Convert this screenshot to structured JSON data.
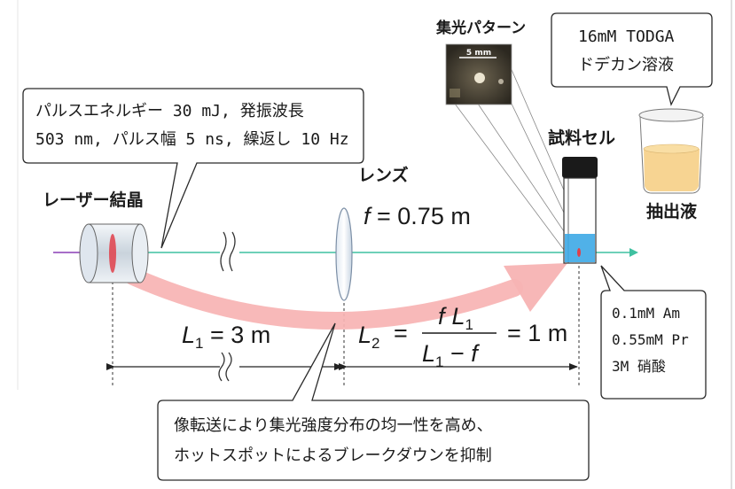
{
  "callouts": {
    "laser_params": {
      "line1": "パルスエネルギー 30 mJ, 発振波長",
      "line2": "503 nm, パルス幅 5 ns, 繰返し 10 Hz"
    },
    "extraction": {
      "line1": "16mM TODGA",
      "line2": "ドデカン溶液"
    },
    "sample": {
      "line1": "0.1mM Am",
      "line2": "0.55mM Pr",
      "line3": "3M 硝酸"
    },
    "homogeneity": {
      "line1": "像転送により集光強度分布の均一性を高め、",
      "line2": "ホットスポットによるブレークダウンを抑制"
    }
  },
  "labels": {
    "laser_crystal": "レーザー結晶",
    "lens": "レンズ",
    "focus_pattern": "集光パターン",
    "scale_bar": "5 mm",
    "sample_cell": "試料セル",
    "extract": "抽出液"
  },
  "formulas": {
    "focal_f": "f",
    "focal_value": " = 0.75 m",
    "L1_symbol": "L",
    "L1_sub": "1",
    "L1_value": " = 3 m",
    "L2_symbol": "L",
    "L2_sub": "2",
    "L2_equals": "=",
    "frac_num_f": "f",
    "frac_num_L": "L",
    "frac_num_sub": "1",
    "frac_den_L": "L",
    "frac_den_sub": "1",
    "frac_den_rest": " − ",
    "frac_den_f": "f",
    "L2_value": "= 1 m"
  },
  "colors": {
    "beam": "#3fc0a0",
    "beam_in": "#8a3fb5",
    "curve_arrow": "#f7a8a8",
    "crystal_spot": "#e0404a",
    "cell_liquid": "#3da9e6",
    "extract_liquid": "#f6cf86"
  }
}
